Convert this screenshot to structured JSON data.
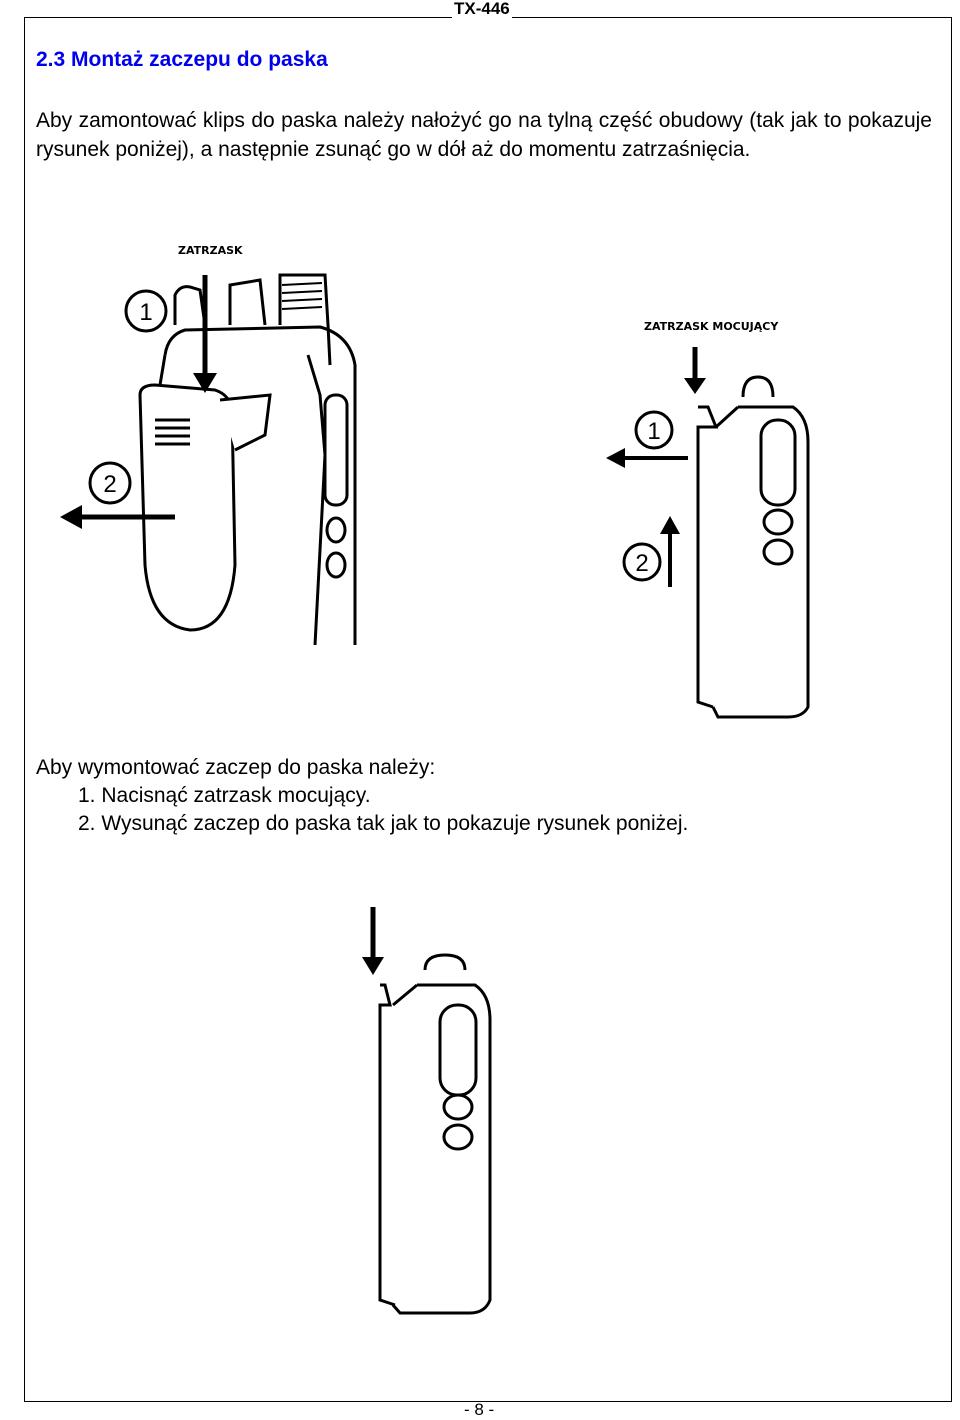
{
  "header": {
    "doc_code": "TX-446"
  },
  "section": {
    "heading": "2.3 Montaż zaczepu do paska",
    "intro": "Aby zamontować klips do paska należy nałożyć go na tylną część obudowy (tak jak to pokazuje rysunek poniżej), a następnie zsunąć go w dół aż do momentu zatrzaśnięcia."
  },
  "figure1": {
    "label": "ZATRZASK",
    "step1": "1",
    "step2": "2"
  },
  "figure2": {
    "label": "ZATRZASK MOCUJĄCY",
    "step1": "1",
    "step2": "2"
  },
  "removal": {
    "intro": "Aby wymontować zaczep do paska należy:",
    "steps": [
      "1. Nacisnąć zatrzask mocujący.",
      "2. Wysunąć zaczep do paska tak jak to pokazuje rysunek poniżej."
    ]
  },
  "footer": {
    "page": "- 8 -"
  }
}
